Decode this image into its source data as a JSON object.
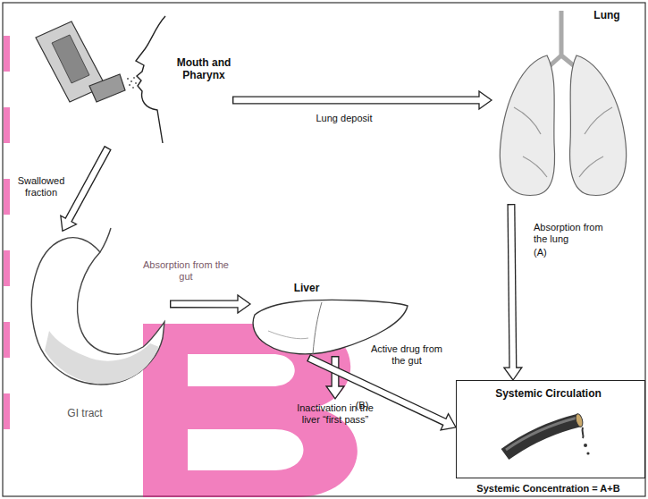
{
  "diagram": {
    "nodes": [
      {
        "text": [
          "Mouth and Pharynx"
        ]
      },
      {
        "text": [
          "Lung"
        ]
      },
      {
        "text": [
          "GI tract"
        ]
      },
      {
        "text": [
          "Liver"
        ]
      },
      {
        "text": [
          "Systemic Circulation",
          "Systemic Concentration = A+B"
        ]
      }
    ],
    "edges": [
      {
        "from": 0,
        "to": 1,
        "label": "Lung deposit",
        "arrow": "to"
      },
      {
        "from": 0,
        "to": 2,
        "label": "Swallowed fraction",
        "arrow": "to"
      },
      {
        "from": 2,
        "to": 3,
        "label": "Absorption from the gut",
        "arrow": "to"
      },
      {
        "from": 1,
        "to": 4,
        "label": "Absorption from the lung",
        "arrow": "to"
      },
      {
        "from": 3,
        "to": 4,
        "label": "Active drug from the gut",
        "arrow": "to"
      }
    ],
    "labels": [
      "(A)",
      "(B)",
      "Inactivation in the liver “first pass”"
    ]
  }
}
